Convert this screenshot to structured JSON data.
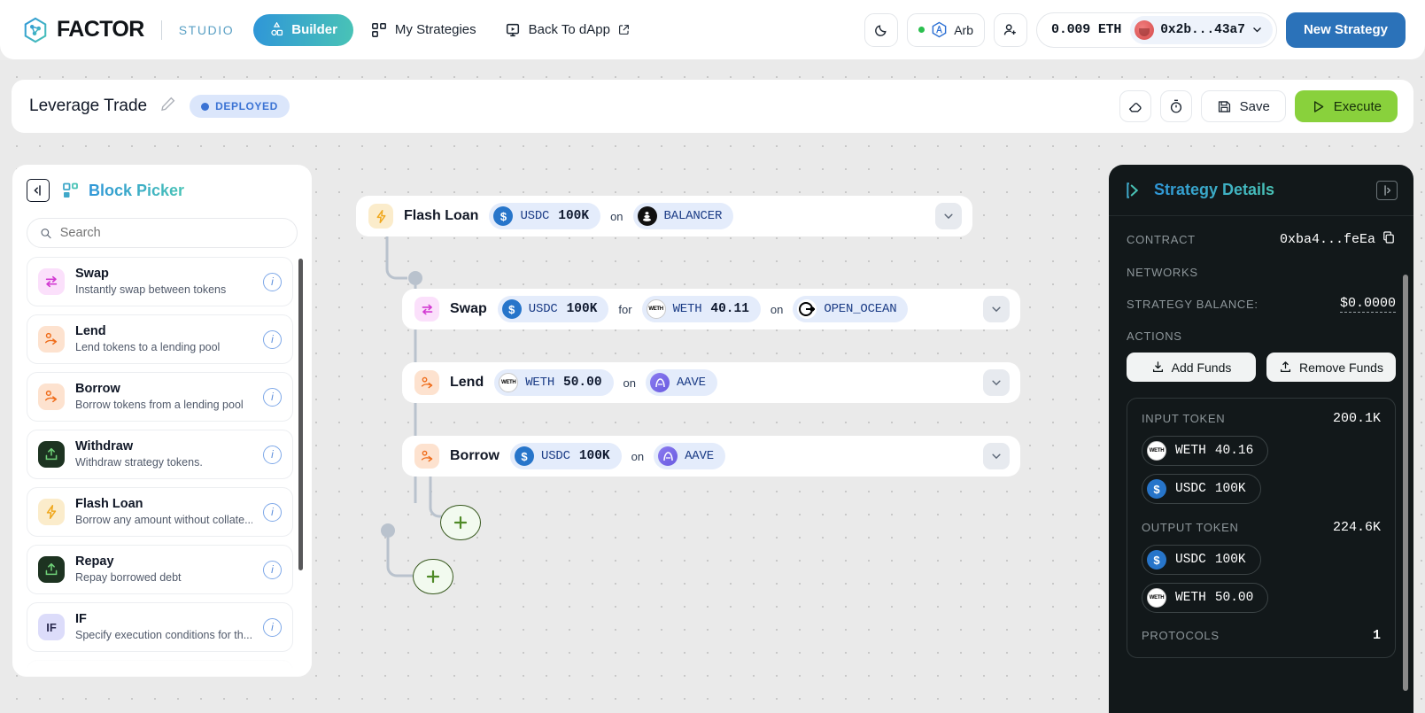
{
  "header": {
    "logo_word": "FACTOR",
    "logo_sub": "STUDIO",
    "nav": [
      {
        "label": "Builder",
        "icon": "builder-icon",
        "active": true
      },
      {
        "label": "My Strategies",
        "icon": "grid-icon",
        "active": false
      },
      {
        "label": "Back To dApp",
        "icon": "screen-icon",
        "active": false
      }
    ],
    "theme_toggle_icon": "moon-icon",
    "chain": {
      "label": "Arb",
      "icon": "arbitrum-icon",
      "status_color": "#2bbf4e"
    },
    "add_user_icon": "add-user-icon",
    "wallet": {
      "balance": "0.009 ETH",
      "address": "0x2b...43a7",
      "chevron": "chevron-down-icon"
    },
    "new_strategy_label": "New Strategy",
    "accent": "#2b72b9"
  },
  "strategy_bar": {
    "title": "Leverage Trade",
    "edit_icon": "pencil-icon",
    "status": "DEPLOYED",
    "status_color": "#3b73d4",
    "eraser_icon": "eraser-icon",
    "timer_icon": "stopwatch-icon",
    "save_label": "Save",
    "execute_label": "Execute",
    "execute_color": "#89d13c"
  },
  "picker": {
    "title": "Block Picker",
    "collapse_icon": "collapse-panel-icon",
    "blocks_icon": "blocks-icon",
    "search_placeholder": "Search",
    "search_value": "",
    "search_icon": "search-icon",
    "items": [
      {
        "name": "Swap",
        "desc": "Instantly swap between tokens",
        "icon": "swap-icon",
        "icon_bg": "#fbe0fb",
        "icon_fg": "#d23ad2"
      },
      {
        "name": "Lend",
        "desc": "Lend tokens to a lending pool",
        "icon": "lend-icon",
        "icon_bg": "#fde2cf",
        "icon_fg": "#ef6c1a"
      },
      {
        "name": "Borrow",
        "desc": "Borrow tokens from a lending pool",
        "icon": "borrow-icon",
        "icon_bg": "#fde2cf",
        "icon_fg": "#ef6c1a"
      },
      {
        "name": "Withdraw",
        "desc": "Withdraw strategy tokens.",
        "icon": "withdraw-icon",
        "icon_bg": "#1d3321",
        "icon_fg": "#6fd178"
      },
      {
        "name": "Flash Loan",
        "desc": "Borrow any amount without collate...",
        "icon": "flash-loan-icon",
        "icon_bg": "#fbeccb",
        "icon_fg": "#f0a81e"
      },
      {
        "name": "Repay",
        "desc": "Repay borrowed debt",
        "icon": "repay-icon",
        "icon_bg": "#1d3321",
        "icon_fg": "#6fd178"
      },
      {
        "name": "IF",
        "desc": "Specify execution conditions for th...",
        "icon": "if-icon",
        "icon_bg": "#dcdcfa",
        "icon_fg": "#2a2a50"
      }
    ]
  },
  "canvas": {
    "nodes": [
      {
        "type": "Flash Loan",
        "icon": "flash-loan-icon",
        "icon_bg": "#fbeccb",
        "icon_fg": "#f0a81e",
        "chips": [
          {
            "kind": "token",
            "coin": "usdc",
            "symbol": "USDC",
            "amount": "100K"
          },
          {
            "kind": "word",
            "text": "on"
          },
          {
            "kind": "protocol",
            "coin": "balancer",
            "symbol": "BALANCER"
          }
        ],
        "chevron": "chevron-down-icon"
      },
      {
        "type": "Swap",
        "icon": "swap-icon",
        "icon_bg": "#fbe0fb",
        "icon_fg": "#d23ad2",
        "chips": [
          {
            "kind": "token",
            "coin": "usdc",
            "symbol": "USDC",
            "amount": "100K"
          },
          {
            "kind": "word",
            "text": "for"
          },
          {
            "kind": "token",
            "coin": "weth",
            "symbol": "WETH",
            "amount": "40.11"
          },
          {
            "kind": "word",
            "text": "on"
          },
          {
            "kind": "protocol",
            "coin": "openocean",
            "symbol": "OPEN_OCEAN"
          }
        ],
        "chevron": "chevron-down-icon"
      },
      {
        "type": "Lend",
        "icon": "lend-icon",
        "icon_bg": "#fde2cf",
        "icon_fg": "#ef6c1a",
        "chips": [
          {
            "kind": "token",
            "coin": "weth",
            "symbol": "WETH",
            "amount": "50.00"
          },
          {
            "kind": "word",
            "text": "on"
          },
          {
            "kind": "protocol",
            "coin": "aave",
            "symbol": "AAVE"
          }
        ],
        "chevron": "chevron-down-icon"
      },
      {
        "type": "Borrow",
        "icon": "borrow-icon",
        "icon_bg": "#fde2cf",
        "icon_fg": "#ef6c1a",
        "chips": [
          {
            "kind": "token",
            "coin": "usdc",
            "symbol": "USDC",
            "amount": "100K"
          },
          {
            "kind": "word",
            "text": "on"
          },
          {
            "kind": "protocol",
            "coin": "aave",
            "symbol": "AAVE"
          }
        ],
        "chevron": "chevron-down-icon"
      }
    ],
    "add_buttons": [
      {
        "name": "add-block-button-1",
        "icon": "plus-icon"
      },
      {
        "name": "add-block-button-2",
        "icon": "plus-icon"
      }
    ]
  },
  "details": {
    "title": "Strategy Details",
    "title_icon": "strategy-details-icon",
    "panel_toggle_icon": "collapse-panel-right-icon",
    "contract_label": "CONTRACT",
    "contract_value": "0xba4...feEa",
    "copy_icon": "copy-icon",
    "networks_label": "NETWORKS",
    "balance_label": "STRATEGY BALANCE:",
    "balance_value": "$0.0000",
    "actions_label": "ACTIONS",
    "add_funds_label": "Add Funds",
    "add_funds_icon": "download-icon",
    "remove_funds_label": "Remove Funds",
    "remove_funds_icon": "upload-icon",
    "input_token_label": "INPUT TOKEN",
    "input_token_total": "200.1K",
    "input_tokens": [
      {
        "coin": "weth",
        "symbol": "WETH",
        "amount": "40.16"
      },
      {
        "coin": "usdc",
        "symbol": "USDC",
        "amount": "100K"
      }
    ],
    "output_token_label": "OUTPUT TOKEN",
    "output_token_total": "224.6K",
    "output_tokens": [
      {
        "coin": "usdc",
        "symbol": "USDC",
        "amount": "100K"
      },
      {
        "coin": "weth",
        "symbol": "WETH",
        "amount": "50.00"
      }
    ],
    "protocols_label": "PROTOCOLS",
    "protocols_value": "1"
  }
}
